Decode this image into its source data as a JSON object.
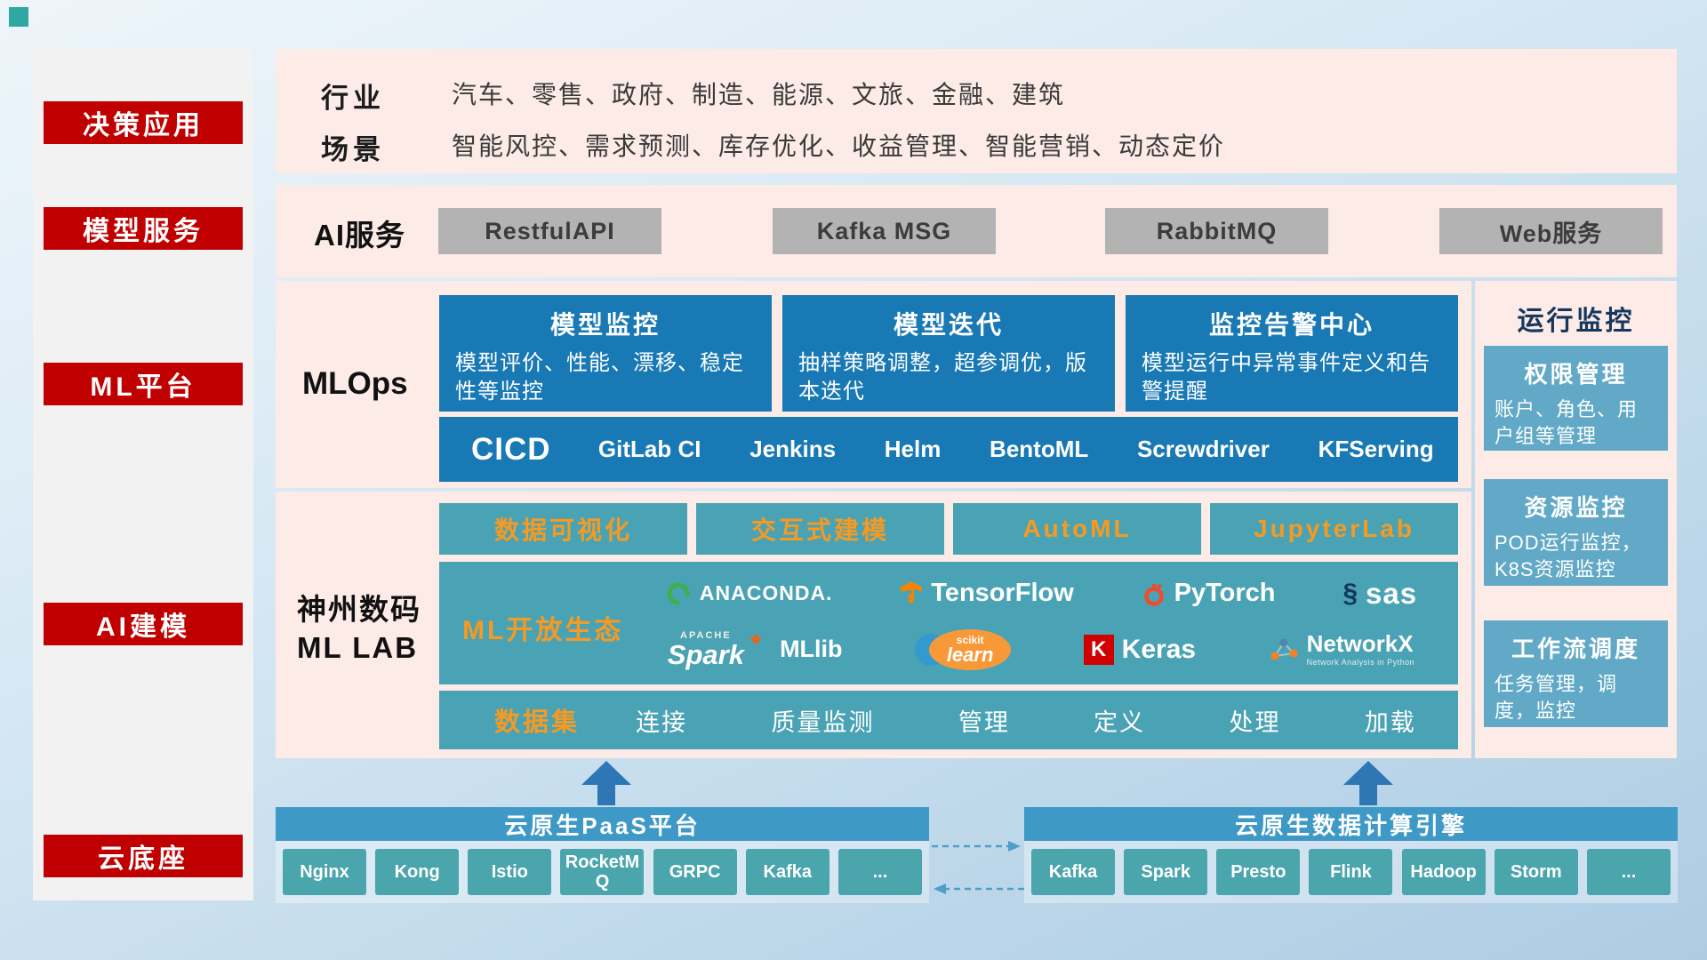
{
  "colors": {
    "badge_red": "#c00000",
    "panel_pink": "#fcebe6",
    "card_blue": "#1879b5",
    "teal": "#4aa3b4",
    "accent_orange": "#f59a23",
    "gray_button": "#b3b3b3",
    "monitor_teal": "#61a9c6",
    "bar_blue": "#3f99c7",
    "arrow_blue": "#2f76b5"
  },
  "sidebar": {
    "items": [
      "决策应用",
      "模型服务",
      "ML平台",
      "AI建模",
      "云底座"
    ]
  },
  "industry": {
    "row1_label": "行业",
    "row1_text": "汽车、零售、政府、制造、能源、文旅、金融、建筑",
    "row2_label": "场景",
    "row2_text": "智能风控、需求预测、库存优化、收益管理、智能营销、动态定价"
  },
  "ai_service": {
    "label": "AI服务",
    "items": [
      "RestfulAPI",
      "Kafka MSG",
      "RabbitMQ",
      "Web服务"
    ]
  },
  "mlops": {
    "label": "MLOps",
    "cards": [
      {
        "title": "模型监控",
        "desc": "模型评价、性能、漂移、稳定性等监控"
      },
      {
        "title": "模型迭代",
        "desc": "抽样策略调整，超参调优，版本迭代"
      },
      {
        "title": "监控告警中心",
        "desc": "模型运行中异常事件定义和告警提醒"
      }
    ],
    "cicd_label": "CICD",
    "cicd_tools": [
      "GitLab CI",
      "Jenkins",
      "Helm",
      "BentoML",
      "Screwdriver",
      "KFServing"
    ]
  },
  "mllab": {
    "label_line1": "神州数码",
    "label_line2": "ML LAB",
    "tools": [
      "数据可视化",
      "交互式建模",
      "AutoML",
      "JupyterLab"
    ],
    "ecosystem_label": "ML开放生态",
    "logos": [
      {
        "name": "anaconda",
        "text": "ANACONDA."
      },
      {
        "name": "tensorflow",
        "text": "TensorFlow"
      },
      {
        "name": "pytorch",
        "text": "PyTorch"
      },
      {
        "name": "sas",
        "icon_glyph": "§",
        "text": "sas"
      },
      {
        "name": "spark",
        "apache": "APACHE",
        "text": "Spark",
        "star": "✦",
        "suffix": "MLlib"
      },
      {
        "name": "scikit-learn",
        "top": "scikit",
        "text": "learn"
      },
      {
        "name": "keras",
        "letter": "K",
        "text": "Keras"
      },
      {
        "name": "networkx",
        "text": "NetworkX",
        "subtext": "Network Analysis in Python"
      }
    ],
    "dataset_label": "数据集",
    "dataset_items": [
      "连接",
      "质量监测",
      "管理",
      "定义",
      "处理",
      "加载"
    ]
  },
  "monitor": {
    "title": "运行监控",
    "cards": [
      {
        "title": "权限管理",
        "desc": "账户、角色、用户组等管理"
      },
      {
        "title": "资源监控",
        "desc": "POD运行监控，K8S资源监控"
      },
      {
        "title": "工作流调度",
        "desc": "任务管理，调度，监控"
      }
    ]
  },
  "bottom": {
    "paas_title": "云原生PaaS平台",
    "paas_items": [
      "Nginx",
      "Kong",
      "Istio",
      "RocketMQ",
      "GRPC",
      "Kafka",
      "..."
    ],
    "engine_title": "云原生数据计算引擎",
    "engine_items": [
      "Kafka",
      "Spark",
      "Presto",
      "Flink",
      "Hadoop",
      "Storm",
      "..."
    ]
  }
}
